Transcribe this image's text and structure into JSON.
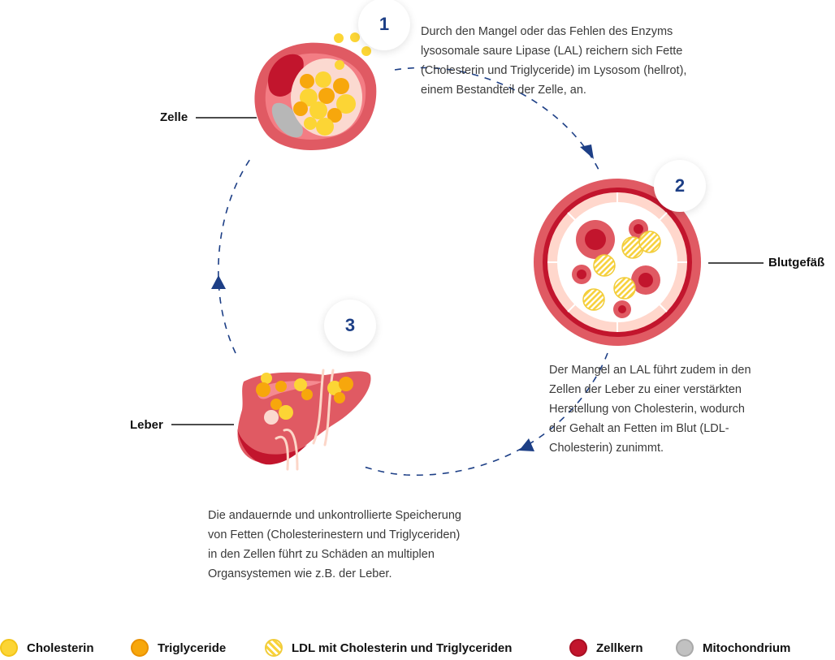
{
  "steps": [
    {
      "number": "1",
      "lines": [
        "Durch den Mangel oder das Fehlen des Enzyms",
        "lysosomale saure Lipase (LAL) reichern sich Fette",
        "(Cholesterin und Triglyceride) im Lysosom (hellrot),",
        "einem Bestandteil der Zelle, an."
      ]
    },
    {
      "number": "2",
      "lines": [
        "Der Mangel an LAL führt zudem in den",
        "Zellen der Leber zu einer verstärkten",
        "Herstellung von Cholesterin, wodurch",
        "der Gehalt an Fetten im Blut (LDL-",
        "Cholesterin) zunimmt."
      ]
    },
    {
      "number": "3",
      "lines": [
        "Die andauernde und unkontrollierte Speicherung",
        "von Fetten (Cholesterinestern und Triglyceriden)",
        "in den Zellen führt zu Schäden an multiplen",
        "Organsystemen wie z.B. der Leber."
      ]
    }
  ],
  "labels": {
    "cell": "Zelle",
    "vessel": "Blutgefäß",
    "liver": "Leber"
  },
  "legend": [
    {
      "label": "Cholesterin",
      "icon": "cholesterol-dot-icon",
      "color": "#fcd535"
    },
    {
      "label": "Triglyceride",
      "icon": "triglyceride-dot-icon",
      "color": "#f7a70c"
    },
    {
      "label": "LDL mit Cholesterin und Triglyceriden",
      "icon": "ldl-striped-dot-icon",
      "color": "#f9d33a"
    },
    {
      "label": "Zellkern",
      "icon": "nucleus-dot-icon",
      "color": "#c2152d"
    },
    {
      "label": "Mitochondrium",
      "icon": "mitochondrion-dot-icon",
      "color": "#c1c1c1"
    }
  ],
  "colors": {
    "accent_blue": "#1d3f86",
    "tissue_red": "#e05a63",
    "dark_red": "#c2152d",
    "light_pink": "#fbd9d0",
    "cholesterol": "#fcd535",
    "triglyceride": "#f7a70c"
  }
}
